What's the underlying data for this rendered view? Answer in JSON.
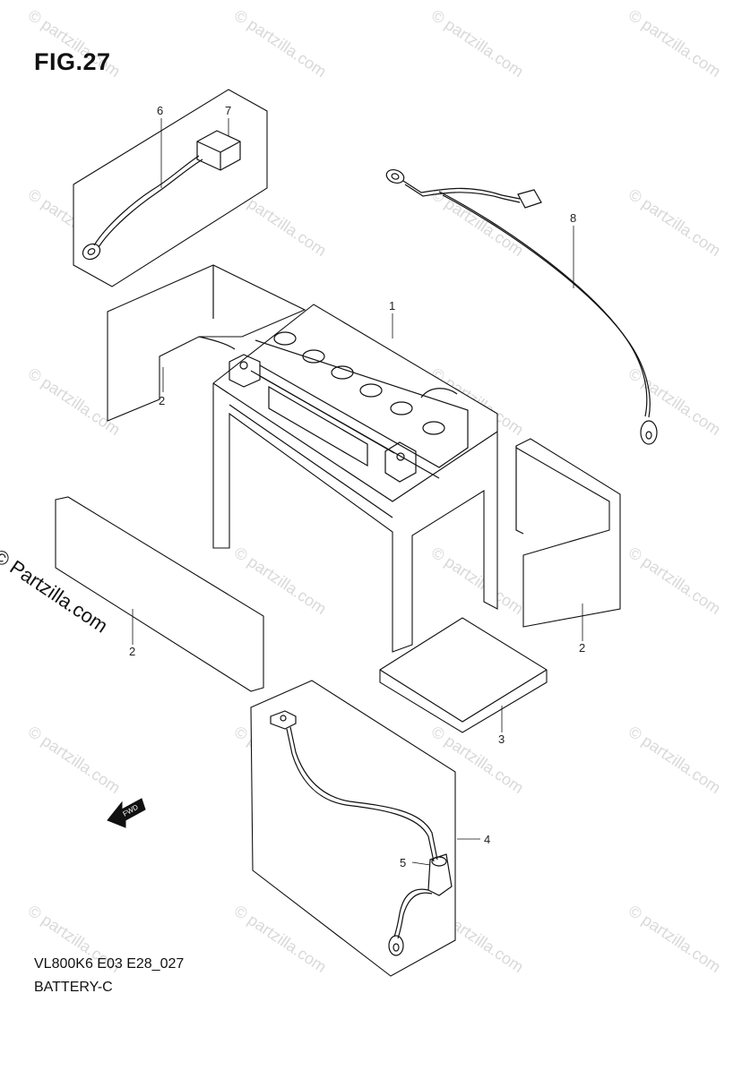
{
  "figure": {
    "title": "FIG.27",
    "model_code": "VL800K6 E03 E28_027",
    "section": "BATTERY-C",
    "side_watermark": "© Partzilla.com",
    "tile_watermark": "© partzilla.com",
    "fwd_label": "FWD"
  },
  "callouts": [
    {
      "id": "1",
      "part": "battery"
    },
    {
      "id": "2",
      "part": "battery pad"
    },
    {
      "id": "2",
      "part": "battery pad"
    },
    {
      "id": "2",
      "part": "battery pad"
    },
    {
      "id": "3",
      "part": "battery bottom pad"
    },
    {
      "id": "4",
      "part": "battery lead wire set"
    },
    {
      "id": "5",
      "part": "terminal cap"
    },
    {
      "id": "6",
      "part": "lead wire set"
    },
    {
      "id": "7",
      "part": "terminal cap"
    },
    {
      "id": "8",
      "part": "lead wire"
    }
  ]
}
